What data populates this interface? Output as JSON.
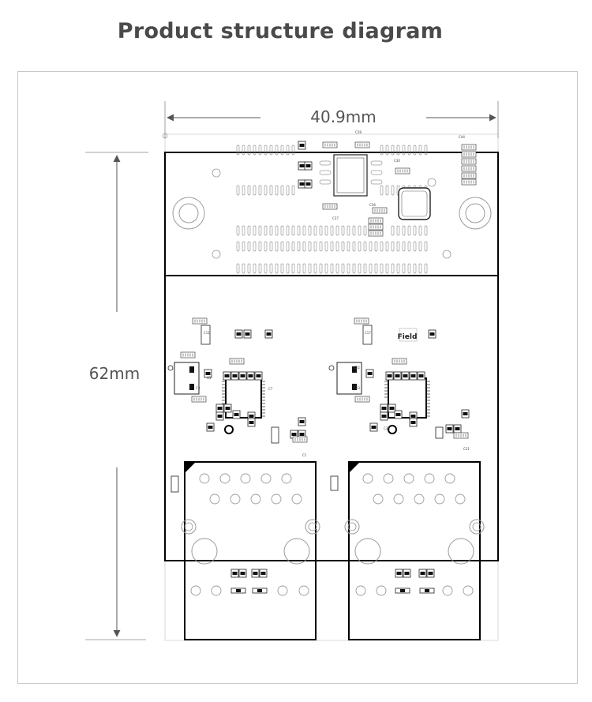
{
  "title": "Product structure diagram",
  "dimensions": {
    "width_label": "40.9mm",
    "height_label": "62mm"
  },
  "labels": {
    "field": "Field"
  },
  "colors": {
    "title": "#4a4a4a",
    "outline": "#000000",
    "detail": "#9a9a9a",
    "frame": "#c8c8c8"
  }
}
